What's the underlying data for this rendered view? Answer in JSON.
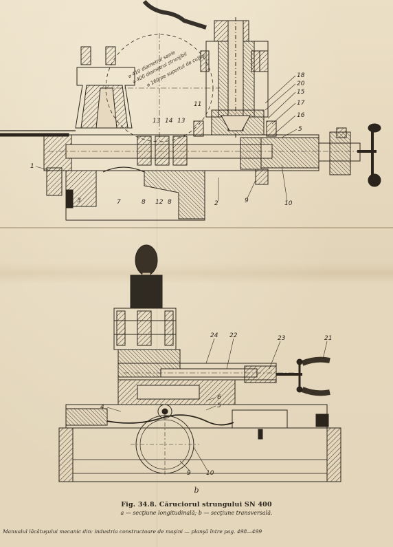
{
  "figure": {
    "title": "Fig. 34.8. Căruciorul strungului SN 400",
    "subtitle": "a — secţiune longitudinală; b — secţiune transversală.",
    "panel_b_label": "b",
    "footer": "Manualul lăcătuşului mecanic din: industria constructoare de maşini — planşă între pag. 498—499"
  },
  "diagram_a": {
    "annotations": [
      "⌀ 410 diametrul sanie",
      "⌀ 400 diametrul strunjibil",
      "⌀ 160 pe suportul de cuţite"
    ],
    "callouts": [
      "1",
      "2",
      "3",
      "7",
      "8",
      "12",
      "8",
      "9",
      "10",
      "13",
      "14",
      "13",
      "18",
      "20",
      "15",
      "17",
      "16",
      "5",
      "11"
    ]
  },
  "diagram_b": {
    "callouts": [
      "24",
      "22",
      "23",
      "21",
      "4",
      "6",
      "5",
      "9",
      "10"
    ]
  },
  "colors": {
    "paper": "#e6d9bf",
    "ink": "#2a241c",
    "section_hatch": "#3a3226"
  }
}
